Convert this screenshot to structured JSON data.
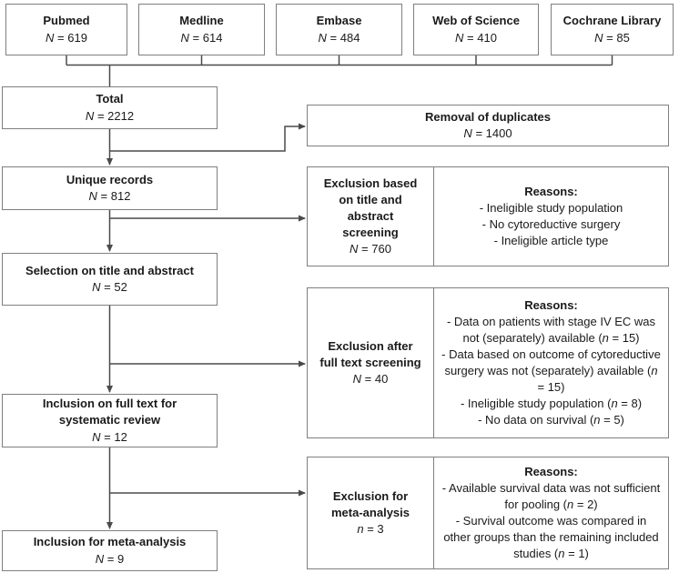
{
  "sources": [
    {
      "title": "Pubmed",
      "n": "N",
      "eq": "= 619"
    },
    {
      "title": "Medline",
      "n": "N",
      "eq": "= 614"
    },
    {
      "title": "Embase",
      "n": "N",
      "eq": "= 484"
    },
    {
      "title": "Web of Science",
      "n": "N",
      "eq": "= 410"
    },
    {
      "title": "Cochrane Library",
      "n": "N",
      "eq": "= 85"
    }
  ],
  "flow": {
    "total": {
      "title": "Total",
      "n": "N",
      "eq": "= 2212"
    },
    "duplicates": {
      "title": "Removal of duplicates",
      "n": "N",
      "eq": "= 1400"
    },
    "unique": {
      "title": "Unique records",
      "n": "N",
      "eq": "= 812"
    },
    "selection": {
      "title": "Selection on title and abstract",
      "n": "N",
      "eq": "= 52"
    },
    "inclusion_full_text": {
      "title": "Inclusion on full text for systematic review",
      "n": "N",
      "eq": "= 12"
    },
    "inclusion_meta": {
      "title": "Inclusion for meta-analysis",
      "n": "N",
      "eq": "= 9"
    }
  },
  "exclusions": [
    {
      "title": "Exclusion based on title and abstract screening",
      "n": "N",
      "eq": "= 760",
      "reasons_title": "Reasons:",
      "reasons": [
        "- Ineligible study population",
        "- No cytoreductive surgery",
        "- Ineligible article type"
      ]
    },
    {
      "title": "Exclusion after full text screening",
      "n": "N",
      "eq": "= 40",
      "reasons_title": "Reasons:",
      "reasons": [
        "- Data on patients with stage IV EC was not (separately) available (n = 15)",
        "- Data based on outcome of cytoreductive surgery was not (separately) available (n = 15)",
        "- Ineligible study population (n = 8)",
        "- No data on survival (n = 5)"
      ]
    },
    {
      "title": "Exclusion for meta-analysis",
      "n": "n",
      "eq": "= 3",
      "reasons_title": "Reasons:",
      "reasons": [
        "- Available survival data was not sufficient for pooling (n = 2)",
        "- Survival outcome was compared in other groups than the remaining included studies (n = 1)"
      ]
    }
  ],
  "colors": {
    "border": "#7f7f7f",
    "line": "#4a4a4a",
    "text": "#1a1a1a",
    "background": "#ffffff"
  }
}
